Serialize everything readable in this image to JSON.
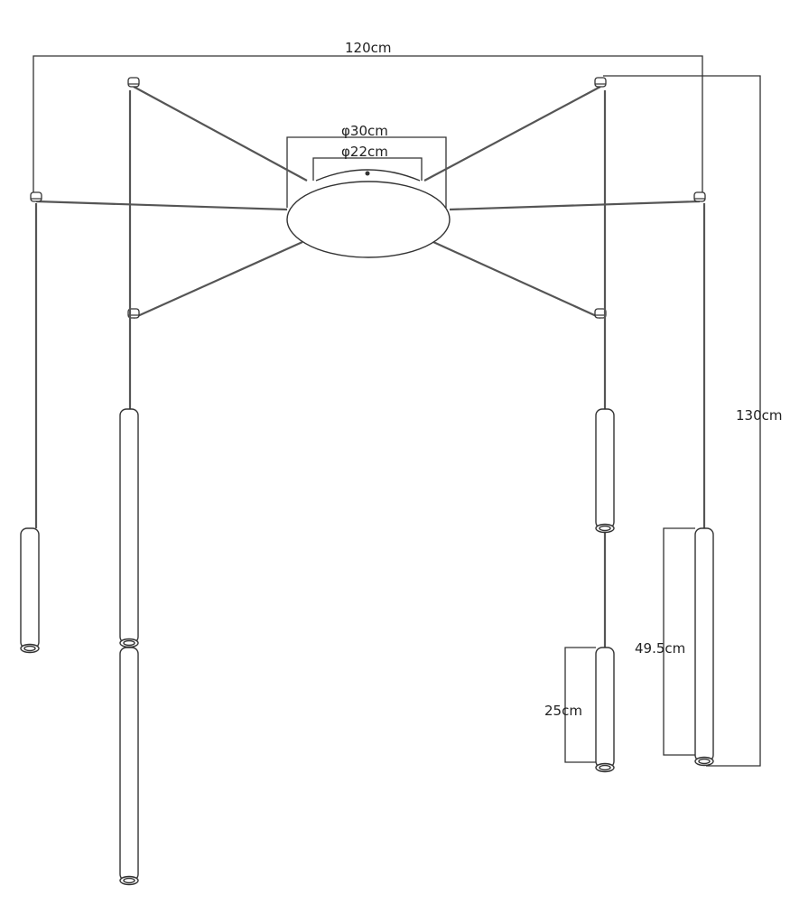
{
  "dimensions": {
    "total_width": "120cm",
    "canopy_outer_diameter": "φ30cm",
    "canopy_inner_diameter": "φ22cm",
    "total_height": "130cm",
    "long_tube_length": "49.5cm",
    "short_tube_length": "25cm"
  }
}
